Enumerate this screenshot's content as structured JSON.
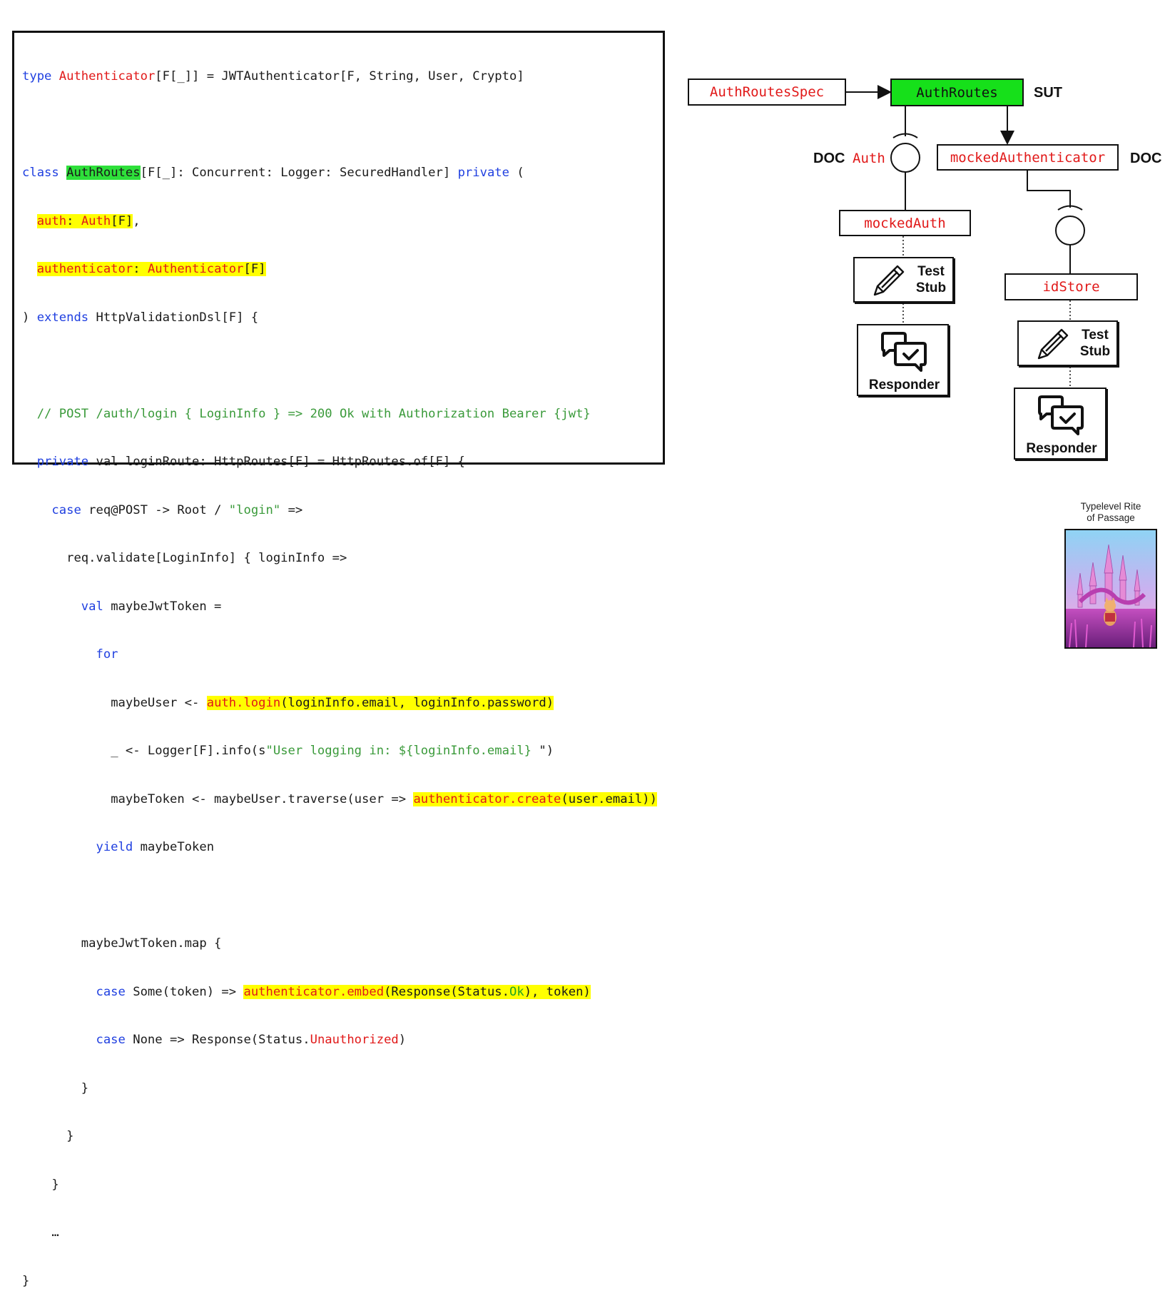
{
  "code": {
    "l1": [
      "type",
      "Authenticator",
      "[F[_]] = JWTAuthenticator[F, String, User, Crypto]"
    ],
    "l3": [
      "class",
      "AuthRoutes",
      "[F[_]: Concurrent: Logger: SecuredHandler]",
      "private",
      "("
    ],
    "l4": [
      "auth",
      ": ",
      "Auth",
      "[F]",
      ","
    ],
    "l5": [
      "authenticator",
      ": ",
      "Authenticator",
      "[F]"
    ],
    "l6": [
      ") ",
      "extends",
      " HttpValidationDsl[F] {"
    ],
    "l8": [
      "// POST /auth/login { LoginInfo } => 200 Ok with Authorization Bearer {jwt}"
    ],
    "l9": [
      "private",
      " val loginRoute: HttpRoutes[F] = HttpRoutes.of[F] {"
    ],
    "l10": [
      "case",
      " req@POST -> Root / ",
      "\"login\"",
      " =>"
    ],
    "l11": [
      "req.validate[LoginInfo] { loginInfo =>"
    ],
    "l12": [
      "val",
      " maybeJwtToken ="
    ],
    "l13": [
      "for"
    ],
    "l14": [
      "maybeUser <- ",
      "auth.login",
      "(loginInfo.email, loginInfo.password)"
    ],
    "l15": [
      "_ <- Logger[F].info(s",
      "\"User logging in: ${loginInfo.email}",
      " \")"
    ],
    "l16": [
      "maybeToken <- maybeUser.traverse(user => ",
      "authenticator.create",
      "(user.email))"
    ],
    "l17": [
      "yield",
      " maybeToken"
    ],
    "l19": [
      "maybeJwtToken.map {"
    ],
    "l20": [
      "case",
      " Some(token) => ",
      "authenticator.embed",
      "(Response(Status.",
      "Ok",
      "), token)"
    ],
    "l21": [
      "case",
      " None => Response(Status.",
      "Unauthorized",
      ")"
    ],
    "l22": [
      "}"
    ],
    "l23": [
      "}"
    ],
    "l24": [
      "}"
    ],
    "l25": [
      "…"
    ],
    "l26": [
      "}"
    ]
  },
  "diagram": {
    "spec_box": "AuthRoutesSpec",
    "sut_box": "AuthRoutes",
    "sut_label": "SUT",
    "doc_label": "DOC",
    "auth_interface": "Auth",
    "mocked_authenticator": "mockedAuthenticator",
    "mocked_auth": "mockedAuth",
    "id_store": "idStore",
    "test_stub_line1": "Test",
    "test_stub_line2": "Stub",
    "responder": "Responder"
  },
  "caption": {
    "line1": "Typelevel Rite",
    "line2": "of Passage"
  },
  "colors": {
    "keyword": "#1f3fe0",
    "type_red": "#e11919",
    "string_green": "#3a9a3a",
    "highlight_yellow": "#ffff00",
    "highlight_green": "#2ee03a",
    "sut_green": "#16e01a"
  }
}
